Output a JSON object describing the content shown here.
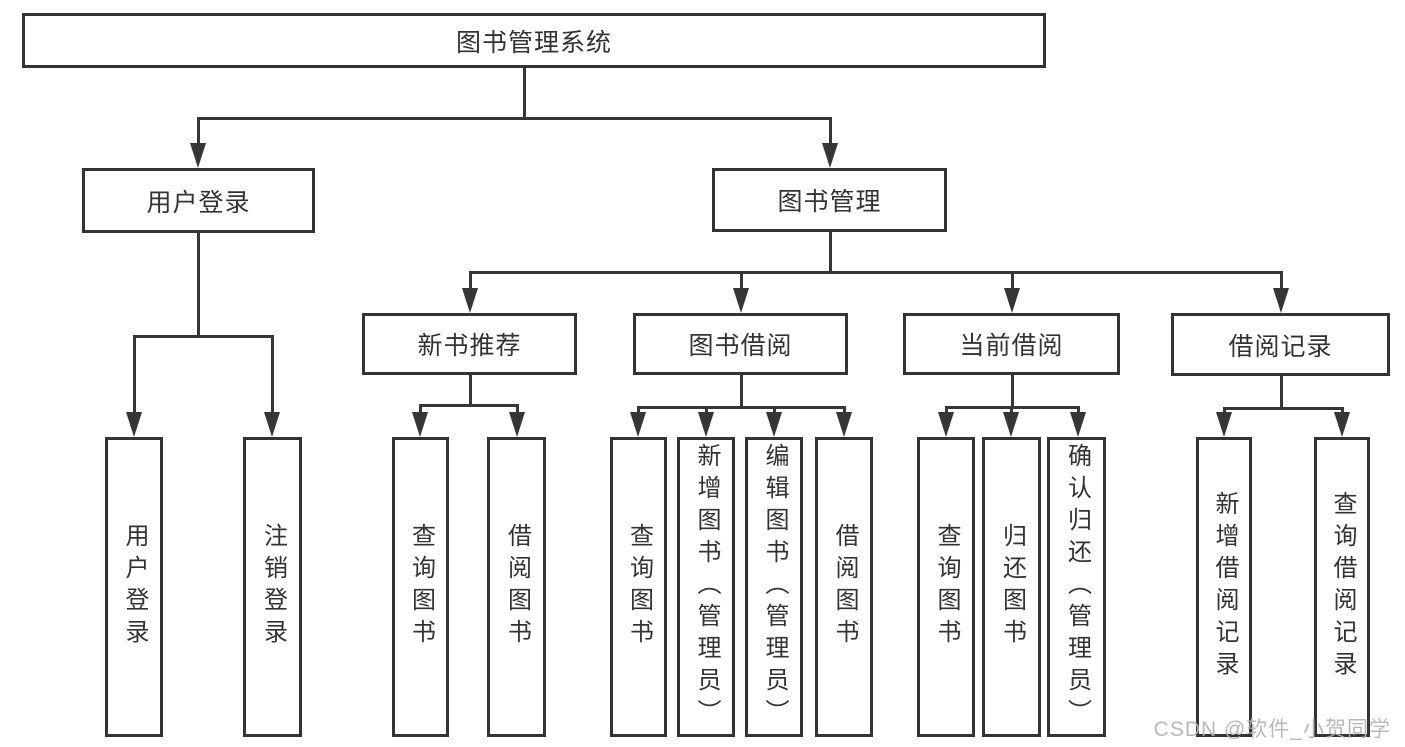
{
  "diagram_title": "图书管理系统",
  "tree": {
    "root": {
      "label": "图书管理系统"
    },
    "level2": [
      {
        "label": "用户登录",
        "children": [
          {
            "label": "用户登录"
          },
          {
            "label": "注销登录"
          }
        ]
      },
      {
        "label": "图书管理",
        "children": [
          {
            "label": "新书推荐",
            "children": [
              {
                "label": "查询图书"
              },
              {
                "label": "借阅图书"
              }
            ]
          },
          {
            "label": "图书借阅",
            "children": [
              {
                "label": "查询图书"
              },
              {
                "label": "新增图书（管理员）"
              },
              {
                "label": "编辑图书（管理员）"
              },
              {
                "label": "借阅图书"
              }
            ]
          },
          {
            "label": "当前借阅",
            "children": [
              {
                "label": "查询图书"
              },
              {
                "label": "归还图书"
              },
              {
                "label": "确认归还（管理员）"
              }
            ]
          },
          {
            "label": "借阅记录",
            "children": [
              {
                "label": "新增借阅记录"
              },
              {
                "label": "查询借阅记录"
              }
            ]
          }
        ]
      }
    ]
  },
  "watermark": "CSDN @软件_小贺同学",
  "colors": {
    "line": "#363636",
    "text": "#333333",
    "background": "#ffffff",
    "watermark_text": "#b2b2ba"
  }
}
